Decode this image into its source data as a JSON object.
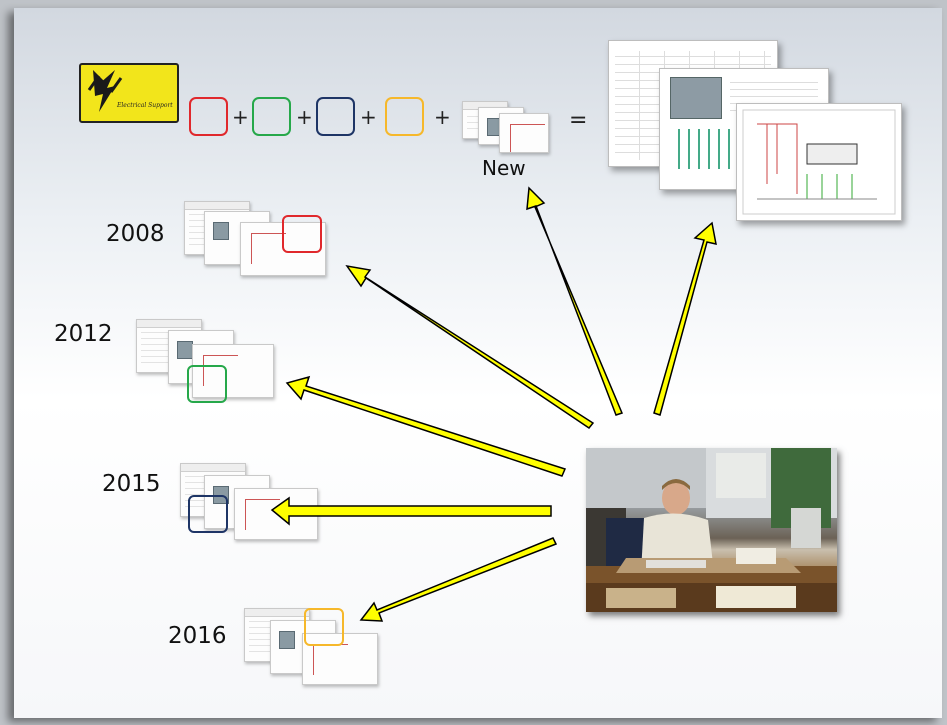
{
  "logo": {
    "text": "Electrical Support",
    "color": "#f2e51b"
  },
  "equation": {
    "plus": "+",
    "equals": "=",
    "new_label": "New"
  },
  "years": {
    "y2008": "2008",
    "y2012": "2012",
    "y2015": "2015",
    "y2016": "2016"
  },
  "colors": {
    "red": "#e0282c",
    "green": "#26a84a",
    "navy": "#1e3566",
    "amber": "#f6b82b",
    "arrow": "#ffff00"
  },
  "icons": {
    "logo": "lightning-bolt-icon",
    "photo": "engineer-at-desk-photo"
  }
}
